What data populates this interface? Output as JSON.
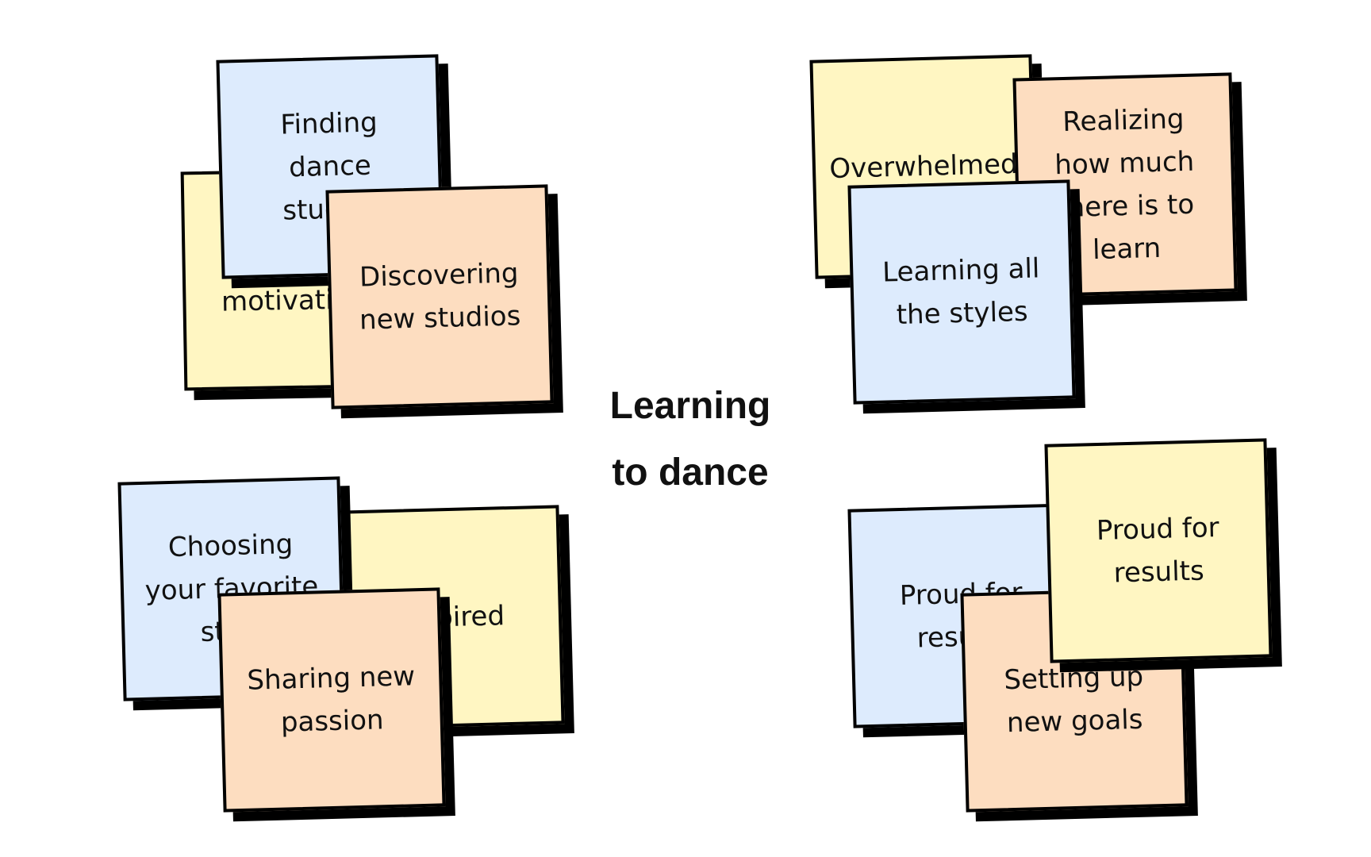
{
  "board": {
    "title_line1": "Learning",
    "title_line2": "to dance"
  },
  "colors": {
    "yellow": "#FFF6C2",
    "blue": "#DDEBFD",
    "orange": "#FDDDC0",
    "outline": "#000000"
  },
  "notes": {
    "top_left": {
      "yellow_back": "Finding motivation",
      "blue": "Finding dance studios",
      "orange": "Discovering new studios"
    },
    "top_right": {
      "yellow_back": "Overwhelmed",
      "orange": "Realizing how much there is to learn",
      "blue": "Learning all the styles"
    },
    "bottom_left": {
      "blue": "Choosing your favorite style",
      "yellow_back": "Inspired",
      "orange": "Sharing new passion"
    },
    "bottom_right": {
      "blue": "Proud for results",
      "orange": "Setting up new goals",
      "yellow": "Proud for results"
    }
  }
}
